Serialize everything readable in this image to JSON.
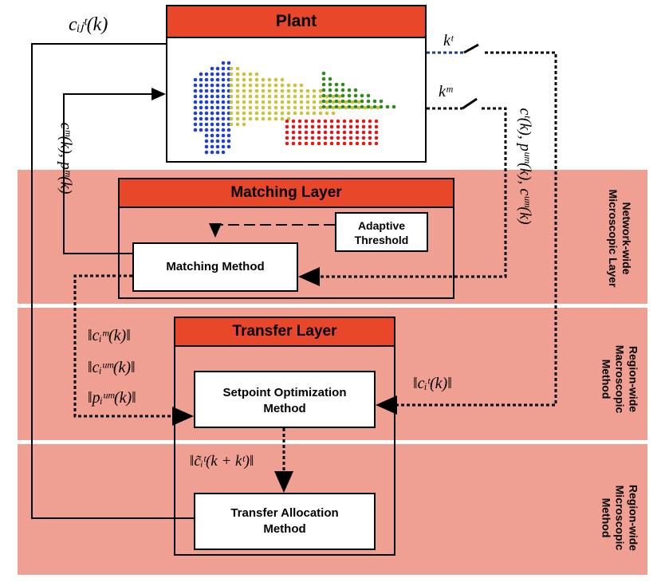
{
  "plant": {
    "title": "Plant"
  },
  "matching_layer": {
    "title": "Matching Layer",
    "method": "Matching Method",
    "threshold_line1": "Adaptive",
    "threshold_line2": "Threshold"
  },
  "transfer_layer": {
    "title": "Transfer Layer",
    "setpoint_line1": "Setpoint Optimization",
    "setpoint_line2": "Method"
  },
  "allocation": {
    "line1": "Transfer Allocation",
    "line2": "Method"
  },
  "bands": {
    "network_wide": [
      "Network-wide",
      "Microscopic Layer"
    ],
    "region_macro": [
      "Region-wide",
      "Macroscopic",
      "Method"
    ],
    "region_micro": [
      "Region-wide",
      "Microscopic",
      "Method"
    ]
  },
  "math": {
    "c_ij_t": "cᵢⱼᵗ(k)",
    "k_t": "kᵗ",
    "k_m": "kᵐ",
    "c_m_p_m": "cᵐ(k), pᵐ(k)",
    "c_t_p_um_c_um": "cᵗ(k), pᵘᵐ(k), cᵘᵐ(k)",
    "norm_c_m": "‖cᵢᵐ(k)‖",
    "norm_c_um": "‖cᵢᵘᵐ(k)‖",
    "norm_p_um": "‖pᵢᵘᵐ(k)‖",
    "norm_c_t": "‖cᵢᵗ(k)‖",
    "norm_c_tilde": "‖c̃ᵢᵗ(k + kᵗ)‖"
  },
  "colors": {
    "band": "#f0a092",
    "header": "#e8472a",
    "region_blue": "#1f3fd6",
    "region_yellow": "#c9c23a",
    "region_green": "#2e8b1e",
    "region_red": "#e01a1a"
  }
}
